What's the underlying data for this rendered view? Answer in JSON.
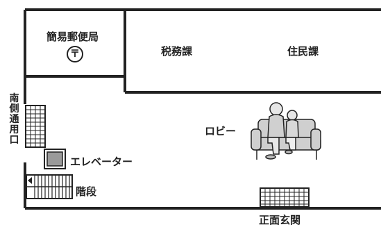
{
  "post_office": {
    "label": "簡易郵便局",
    "symbol": "〒"
  },
  "tax_office": {
    "label": "税務課"
  },
  "resident_office": {
    "label": "住民課"
  },
  "lobby": {
    "label": "ロビー"
  },
  "south_entrance": {
    "label": "南側通用口"
  },
  "elevator": {
    "label": "エレベーター"
  },
  "stairs": {
    "label": "階段"
  },
  "main_entrance": {
    "label": "正面玄関"
  },
  "colors": {
    "line": "#222222",
    "elevator": "#9a9a9a",
    "person_fill": "#d0d0d0",
    "sofa": "#cfcfcf"
  }
}
